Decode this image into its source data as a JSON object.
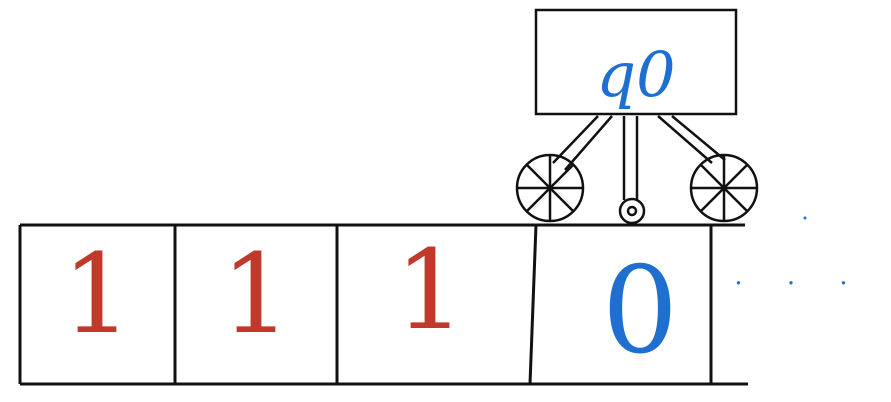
{
  "tape": {
    "cells": [
      {
        "symbol": "1",
        "color": "#c0392b"
      },
      {
        "symbol": "1",
        "color": "#c0392b"
      },
      {
        "symbol": "1",
        "color": "#c0392b"
      },
      {
        "symbol": "0",
        "color": "#1f6fd1"
      }
    ],
    "continuation": "· · ·"
  },
  "head": {
    "state": "q0",
    "state_color": "#1f6fd1",
    "position": 3
  },
  "colors": {
    "ink": "#111111",
    "red_ink": "#c0392b",
    "blue_ink": "#1f6fd1"
  }
}
